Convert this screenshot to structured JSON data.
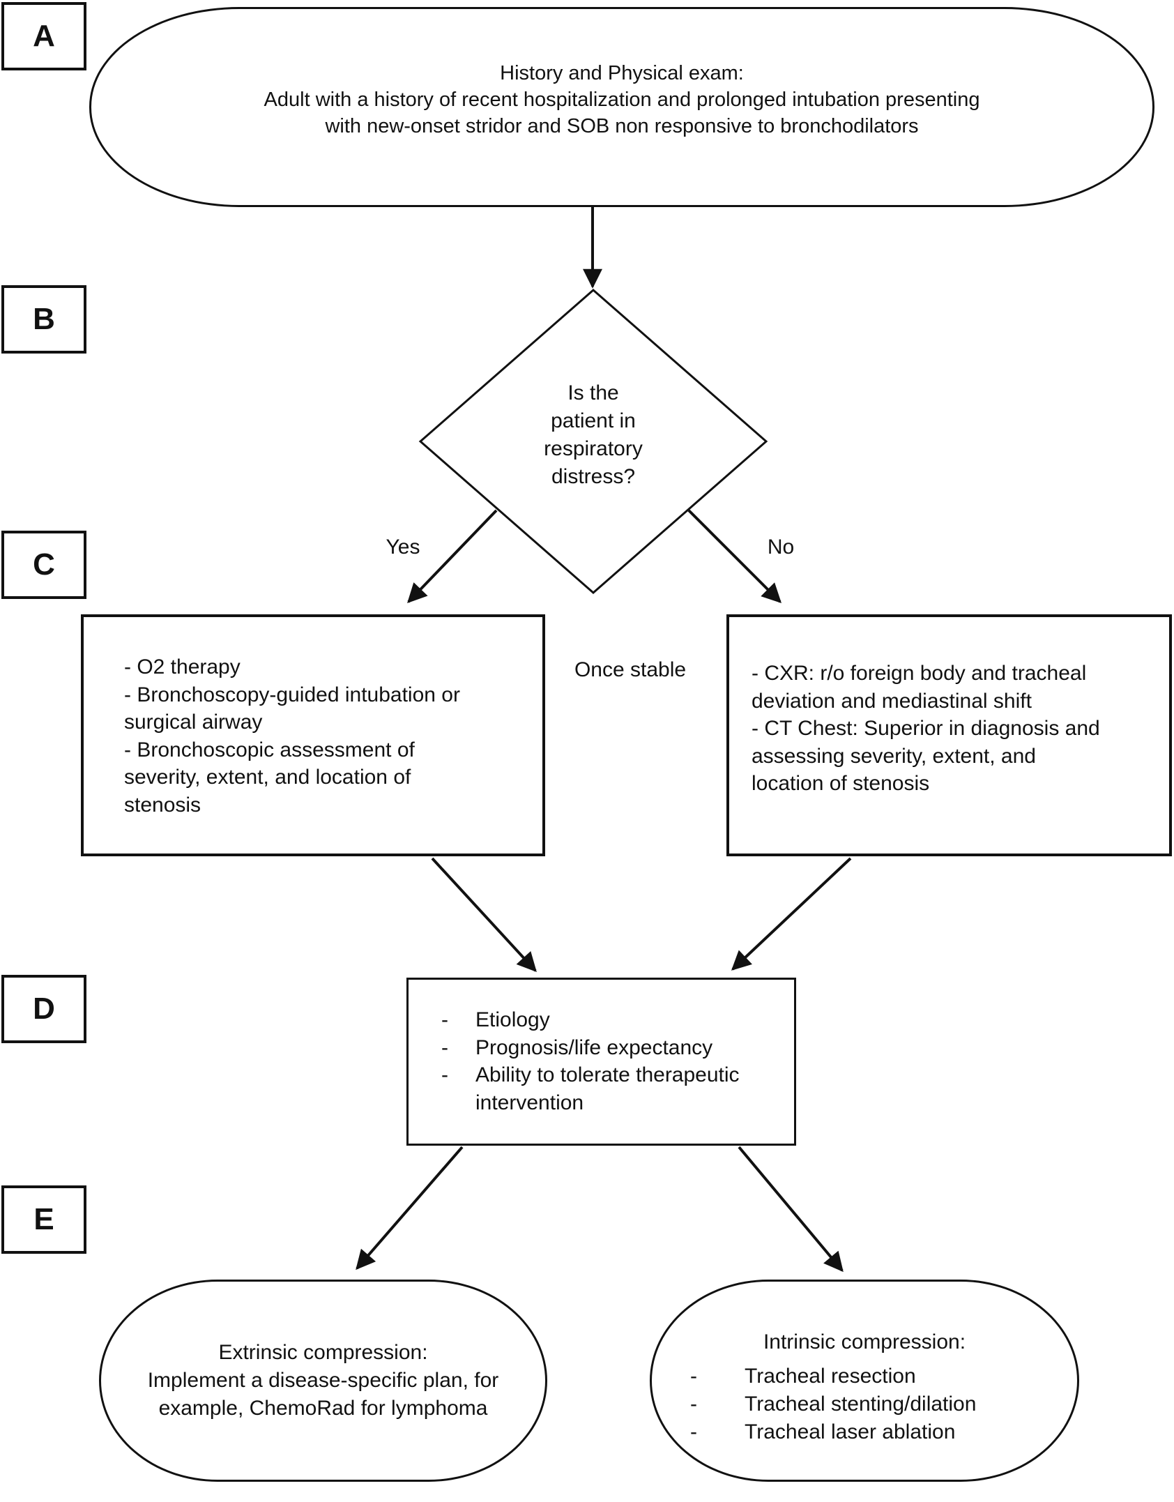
{
  "figure": {
    "colors": {
      "ink": "#111111",
      "background": "#ffffff"
    },
    "section_labels": [
      {
        "letter": "A"
      },
      {
        "letter": "B"
      },
      {
        "letter": "C"
      },
      {
        "letter": "D"
      },
      {
        "letter": "E"
      }
    ],
    "history_node": {
      "lines": [
        "History and Physical exam:",
        "Adult with a history of recent hospitalization and prolonged intubation presenting",
        "with new-onset stridor and SOB non responsive to bronchodilators"
      ]
    },
    "decision_node": {
      "lines": [
        "Is the",
        "patient in",
        "respiratory",
        "distress?"
      ]
    },
    "edge_labels": {
      "yes": "Yes",
      "no": "No",
      "once_stable": "Once stable"
    },
    "yes_box": {
      "lines": [
        "- O2 therapy",
        "- Bronchoscopy-guided intubation or",
        "surgical airway",
        "- Bronchoscopic assessment of",
        "severity, extent, and location of",
        "stenosis"
      ]
    },
    "no_box": {
      "lines": [
        "- CXR: r/o foreign body and tracheal",
        "deviation and mediastinal shift",
        "- CT Chest: Superior in diagnosis and",
        "assessing severity, extent, and",
        "location of stenosis"
      ]
    },
    "assessment_box": {
      "items": [
        {
          "bullet": "-",
          "text": "Etiology"
        },
        {
          "bullet": "-",
          "text": "Prognosis/life expectancy"
        },
        {
          "bullet": "-",
          "text": "Ability to tolerate therapeutic"
        },
        {
          "bullet": "",
          "text": "intervention"
        }
      ]
    },
    "extrinsic_node": {
      "lines": [
        "Extrinsic compression:",
        "Implement a disease-specific plan, for",
        "example, ChemoRad for lymphoma"
      ]
    },
    "intrinsic_node": {
      "title": "Intrinsic compression:",
      "items": [
        {
          "bullet": "-",
          "text": "Tracheal resection"
        },
        {
          "bullet": "-",
          "text": "Tracheal stenting/dilation"
        },
        {
          "bullet": "-",
          "text": "Tracheal laser ablation"
        }
      ]
    }
  }
}
